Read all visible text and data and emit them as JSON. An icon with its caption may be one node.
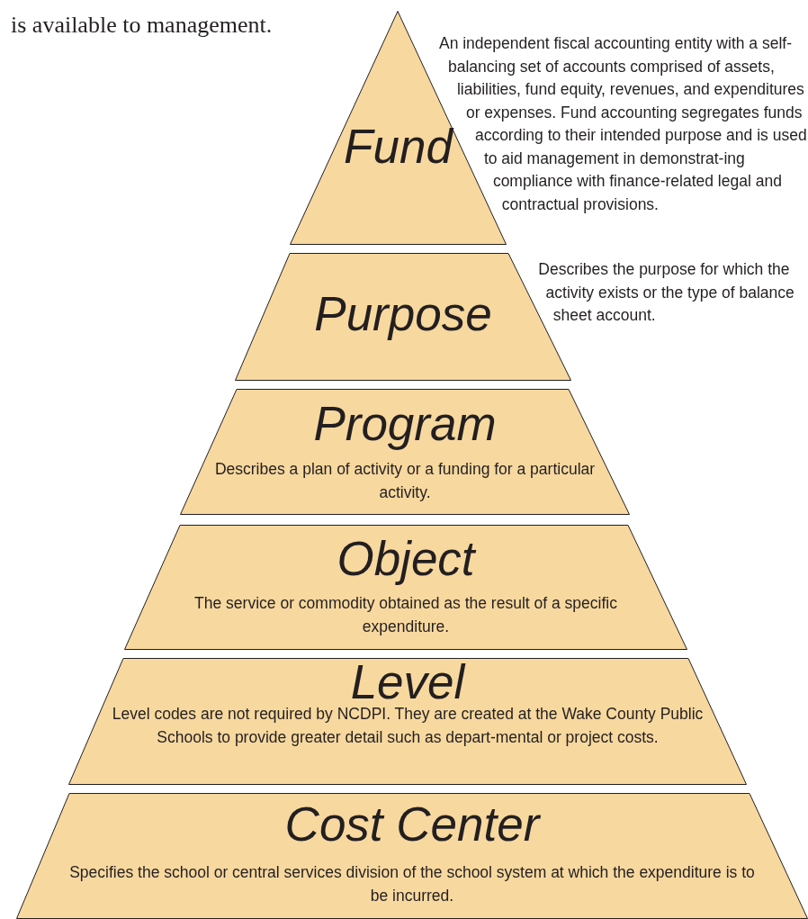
{
  "diagram": {
    "nodes": [
      {
        "text": [
          "Fund"
        ],
        "beside": [
          "An independent fiscal accounting entity with a self-balancing set of accounts comprised of assets, liabilities, fund equity, revenues, and expenditures or expenses.  Fund accounting segregates funds according to their intended purpose and is used to aid management in demonstrat-ing compliance with finance-related legal and contractual provisions."
        ]
      },
      {
        "text": [
          "Purpose"
        ],
        "beside": [
          "Describes the purpose for which the activity exists or the type of balance sheet account."
        ]
      },
      {
        "text": [
          "Program",
          "Describes a plan of activity or a funding for a particular activity."
        ]
      },
      {
        "text": [
          "Object",
          "The service or commodity obtained as the result of a specific expenditure."
        ]
      },
      {
        "text": [
          "Level",
          "Level codes are not required by NCDPI.  They are created at the Wake County Public Schools to provide greater detail such as depart-mental or project costs."
        ]
      },
      {
        "text": [
          "Cost Center",
          "Specifies the school or central services division of the school system at which the expenditure is to be incurred."
        ]
      }
    ],
    "edges": [],
    "labels": [
      "is available to management."
    ]
  }
}
